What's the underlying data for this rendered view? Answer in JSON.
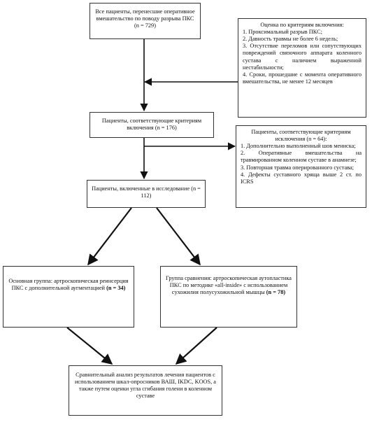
{
  "boxes": {
    "all_patients": "Все пациенты, перенесшие оперативное вмешательство по поводу разрыва ПКС (n = 729)",
    "inclusion": {
      "title": "Оценка по критериям включения:",
      "items": [
        "1. Проксимальный разрыв ПКС;",
        "2. Давность травмы не более 6 недель;",
        "3. Отсутствие переломов или сопутствующих повреждений связочного аппарата коленного сустава с наличием выраженной нестабильности;",
        "4. Сроки, прошедшие с момента оперативного вмешательства, не менее 12 месяцев"
      ]
    },
    "meeting_inclusion": "Пациенты, соответствующие критериям включения (n = 176)",
    "exclusion": {
      "title": "Пациенты, соответствующие критериям исключения (n = 64):",
      "items": [
        "1. Дополнительно выполненный шов мениска;",
        "2. Оперативные вмешательства на травмированном коленном суставе в анамнезе;",
        "3. Повторная травма оперированного сустава;",
        "4. Дефекты суставного хряща выше 2 ст. по ICRS"
      ]
    },
    "included": "Пациенты, включенные в исследование (n = 112)",
    "main_group": {
      "text": "Основная группа: артроскопическая реинсерция ПКС с дополнительной аугментацией",
      "n": "(n = 34)"
    },
    "comparison_group": {
      "text": "Группа сравнения: артроскопическая аутопластика ПКС по методике «all-inside» с использованием сухожилия полусухожильной мышцы",
      "n": "(n = 78)"
    },
    "analysis": "Сравнительный анализ результатов лечения пациентов с использованием шкал-опросников ВАШ, IKDC, KOOS, а также путем оценки угла сгибания голени в коленном суставе"
  }
}
